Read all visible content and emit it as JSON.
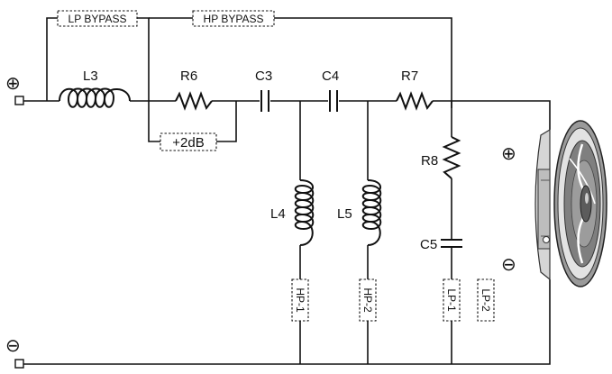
{
  "diagram": {
    "terminals": {
      "positive": "⊕",
      "negative": "⊖"
    },
    "speaker_terminals": {
      "positive": "⊕",
      "negative": "⊖"
    },
    "components": {
      "L3": "L3",
      "R6": "R6",
      "C3": "C3",
      "C4": "C4",
      "R7": "R7",
      "R8": "R8",
      "L4": "L4",
      "L5": "L5",
      "C5": "C5"
    },
    "jumpers": {
      "lp_bypass": "LP BYPASS",
      "hp_bypass": "HP BYPASS",
      "plus_2db": "+2dB",
      "hp1": "HP-1",
      "hp2": "HP-2",
      "lp1": "LP-1",
      "lp2": "LP-2"
    },
    "colors": {
      "line": "#111111",
      "background": "#ffffff"
    }
  }
}
